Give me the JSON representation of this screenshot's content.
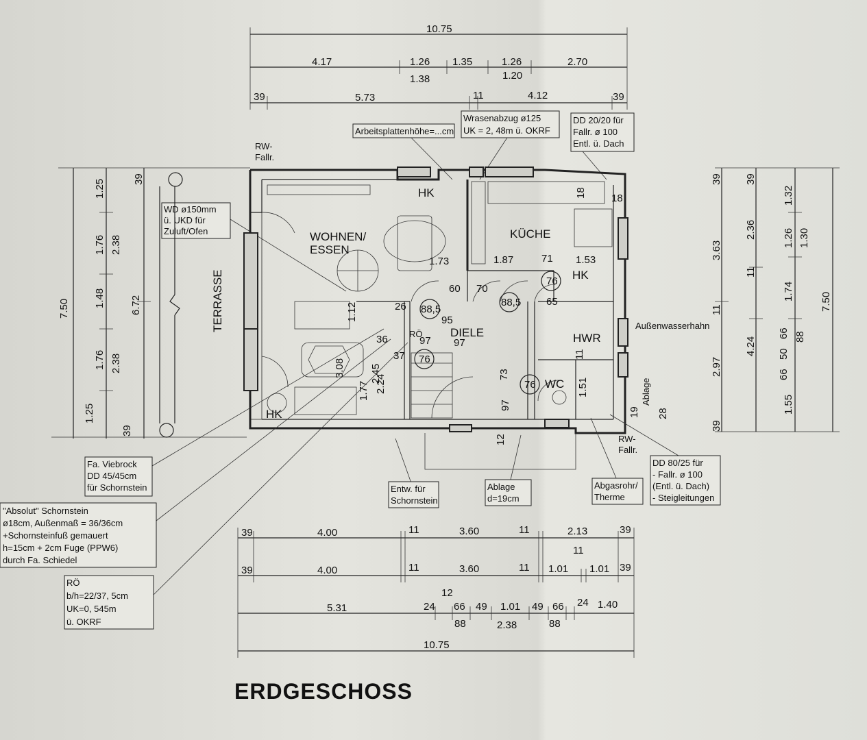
{
  "title": "ERDGESCHOSS",
  "rooms": {
    "wohnen": "WOHNEN/",
    "essen": "ESSEN",
    "kueche": "KÜCHE",
    "diele": "DIELE",
    "hwr": "HWR",
    "wc": "WC",
    "terrasse": "TERRASSE",
    "hk": "HK"
  },
  "top_dims": {
    "total": "10.75",
    "row2": [
      "4.17",
      "1.26",
      "1.35",
      "1.26",
      "2.70"
    ],
    "row2_sub": [
      "1.38",
      "1.20"
    ],
    "row3": [
      "39",
      "5.73",
      "11",
      "4.12",
      "39"
    ]
  },
  "bottom_dims": {
    "row1": [
      "39",
      "4.00",
      "11",
      "3.60",
      "11",
      "2.13",
      "39"
    ],
    "row2": [
      "39",
      "4.00",
      "11",
      "3.60",
      "11",
      "1.01",
      "11",
      "1.01",
      "39"
    ],
    "row3": [
      "5.31",
      "24",
      "12",
      "66",
      "49",
      "1.01",
      "49",
      "66",
      "24",
      "1.40"
    ],
    "row3_sub": [
      "88",
      "2.38",
      "88"
    ],
    "total": "10.75"
  },
  "left_dims": [
    "7.50",
    "1.25",
    "1.76",
    "1.48",
    "1.76",
    "1.25",
    "2.38",
    "6.72",
    "2.38",
    "39",
    "39"
  ],
  "right_dims": [
    "39",
    "3.63",
    "11",
    "2.97",
    "39",
    "2.36",
    "11",
    "4.24",
    "39",
    "1.32",
    "1.26",
    "1.30",
    "1.74",
    "66",
    "50",
    "66",
    "88",
    "1.55",
    "7.50"
  ],
  "interior_dims": [
    "1.73",
    "1.87",
    "71",
    "1.53",
    "60",
    "70",
    "88,5",
    "88,5",
    "76",
    "76",
    "76",
    "65",
    "95",
    "97",
    "97",
    "36",
    "37",
    "1.12",
    "3.08",
    "2.24",
    "1.77",
    "73",
    "18",
    "18",
    "11",
    "1.51",
    "19",
    "28",
    "26",
    "2.45",
    "97",
    "12"
  ],
  "notes": {
    "arbeitsplatte": "Arbeitsplattenhöhe=...cm",
    "wrasen1": "Wrasenabzug ø125",
    "wrasen2": "UK = 2, 48m ü. OKRF",
    "dd1": "DD 20/20 für",
    "dd2": "Fallr. ø 100",
    "dd3": "Entl. ü. Dach",
    "wd1": "WD ø150mm",
    "wd2": "ü. UKD für",
    "wd3": "Zuluft/Ofen",
    "rw_top1": "RW-",
    "rw_top2": "Fallr.",
    "aussen": "Außenwasserhahn",
    "ablage_side": "Ablage",
    "rw_bot1": "RW-",
    "rw_bot2": "Fallr.",
    "ro": "RÖ",
    "viebrock1": "Fa. Viebrock",
    "viebrock2": "DD 45/45cm",
    "viebrock3": "für Schornstein",
    "absolut1": "\"Absolut\" Schornstein",
    "absolut2": "ø18cm, Außenmaß = 36/36cm",
    "absolut3": "+Schornsteinfuß gemauert",
    "absolut4": "h=15cm + 2cm Fuge (PPW6)",
    "absolut5": "durch Fa. Schiedel",
    "ro_box1": "RÖ",
    "ro_box2": "b/h=22/37, 5cm",
    "ro_box3": "UK=0, 545m",
    "ro_box4": "ü. OKRF",
    "entw1": "Entw. für",
    "entw2": "Schornstein",
    "ablage1": "Ablage",
    "ablage2": "d=19cm",
    "abgas1": "Abgasrohr/",
    "abgas2": "Therme",
    "dd80_1": "DD 80/25 für",
    "dd80_2": "- Fallr. ø 100",
    "dd80_3": "(Entl. ü. Dach)",
    "dd80_4": "- Steigleitungen"
  }
}
